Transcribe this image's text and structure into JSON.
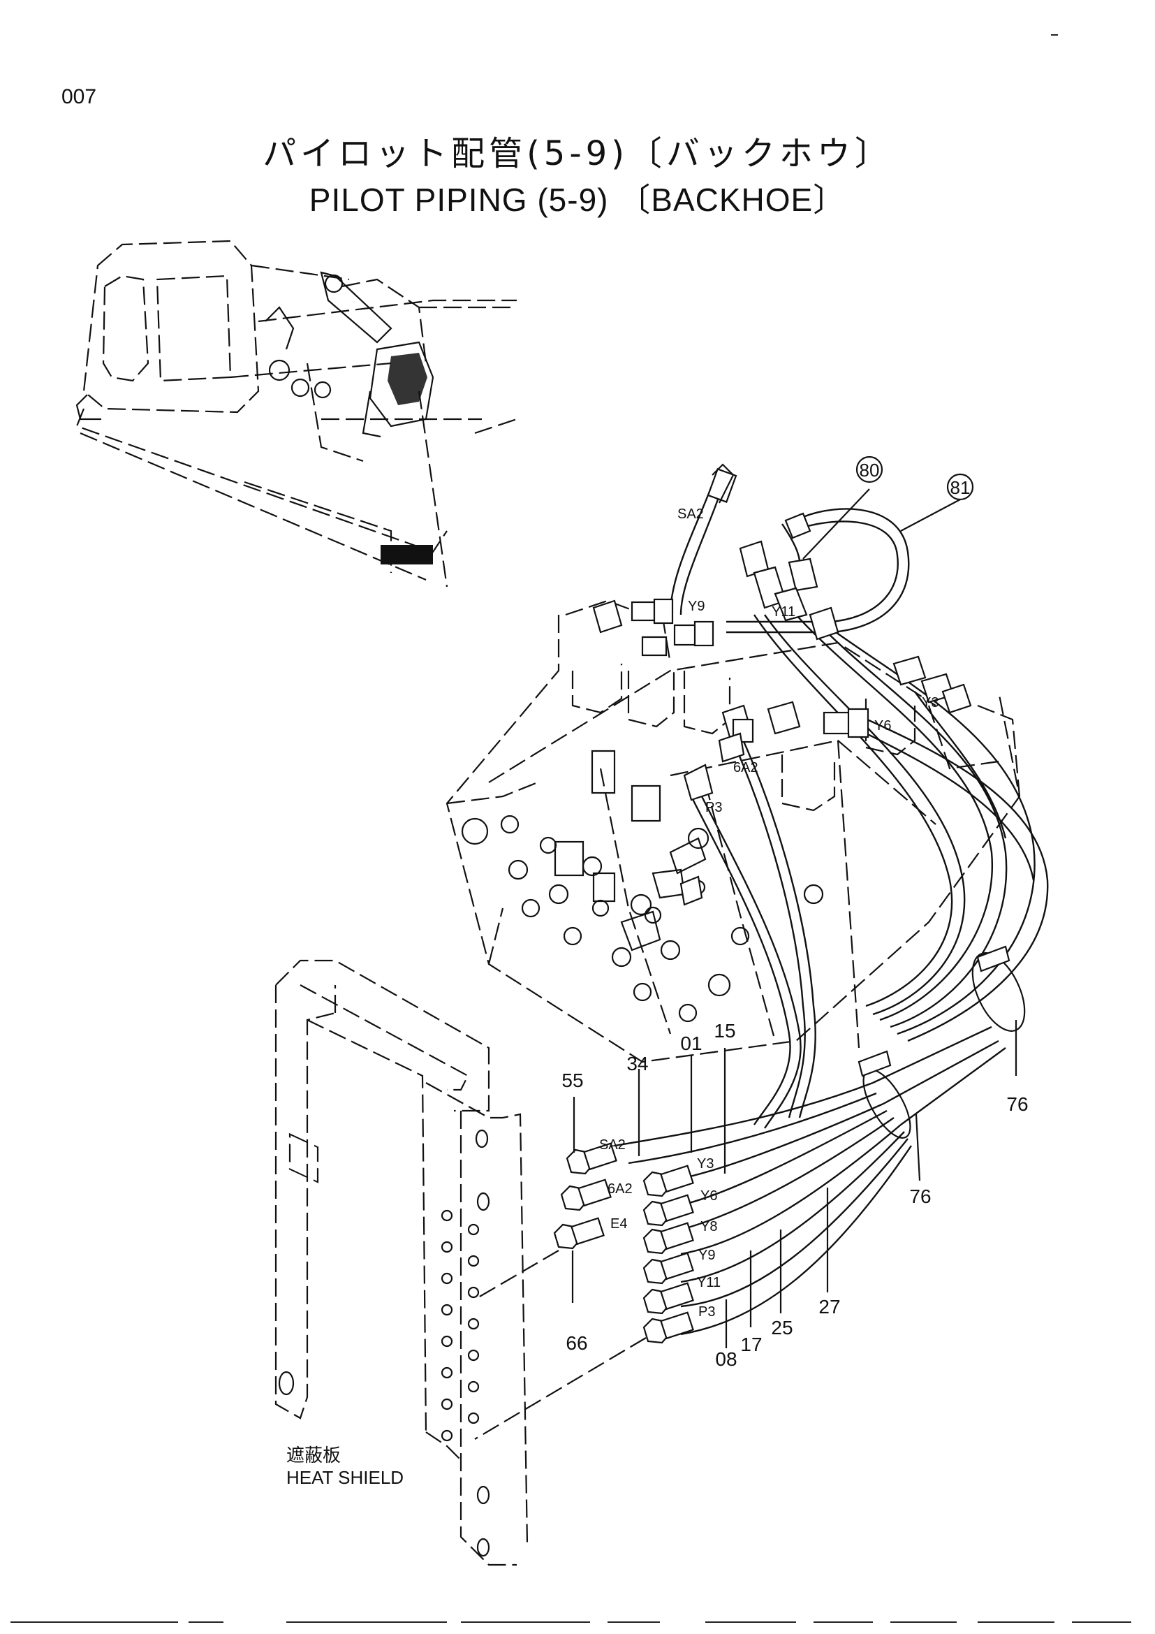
{
  "page_number": "007",
  "title": {
    "japanese": "パイロット配管(5-9)〔バックホウ〕",
    "english": "PILOT    PIPING (5-9) 〔BACKHOE〕"
  },
  "callouts": {
    "c80": "80",
    "c81": "81",
    "c76a": "76",
    "c76b": "76",
    "c55": "55",
    "c34": "34",
    "c01": "01",
    "c15": "15",
    "c66": "66",
    "c08": "08",
    "c17": "17",
    "c25": "25",
    "c27": "27"
  },
  "port_labels": {
    "sa2_top": "SA2",
    "y9_top": "Y9",
    "y11_top": "Y11",
    "y3_top": "Y3",
    "y6_top": "Y6",
    "sixa2_top": "6A2",
    "p3_top": "P3",
    "sa2_bottom": "SA2",
    "sixa2_bottom": "6A2",
    "e4_bottom": "E4",
    "y3_bottom": "Y3",
    "y6_bottom": "Y6",
    "y8_bottom": "Y8",
    "y9_bottom": "Y9",
    "y11_bottom": "Y11",
    "p3_bottom": "P3"
  },
  "heat_shield": {
    "japanese": "遮蔽板",
    "english": "HEAT SHIELD"
  }
}
